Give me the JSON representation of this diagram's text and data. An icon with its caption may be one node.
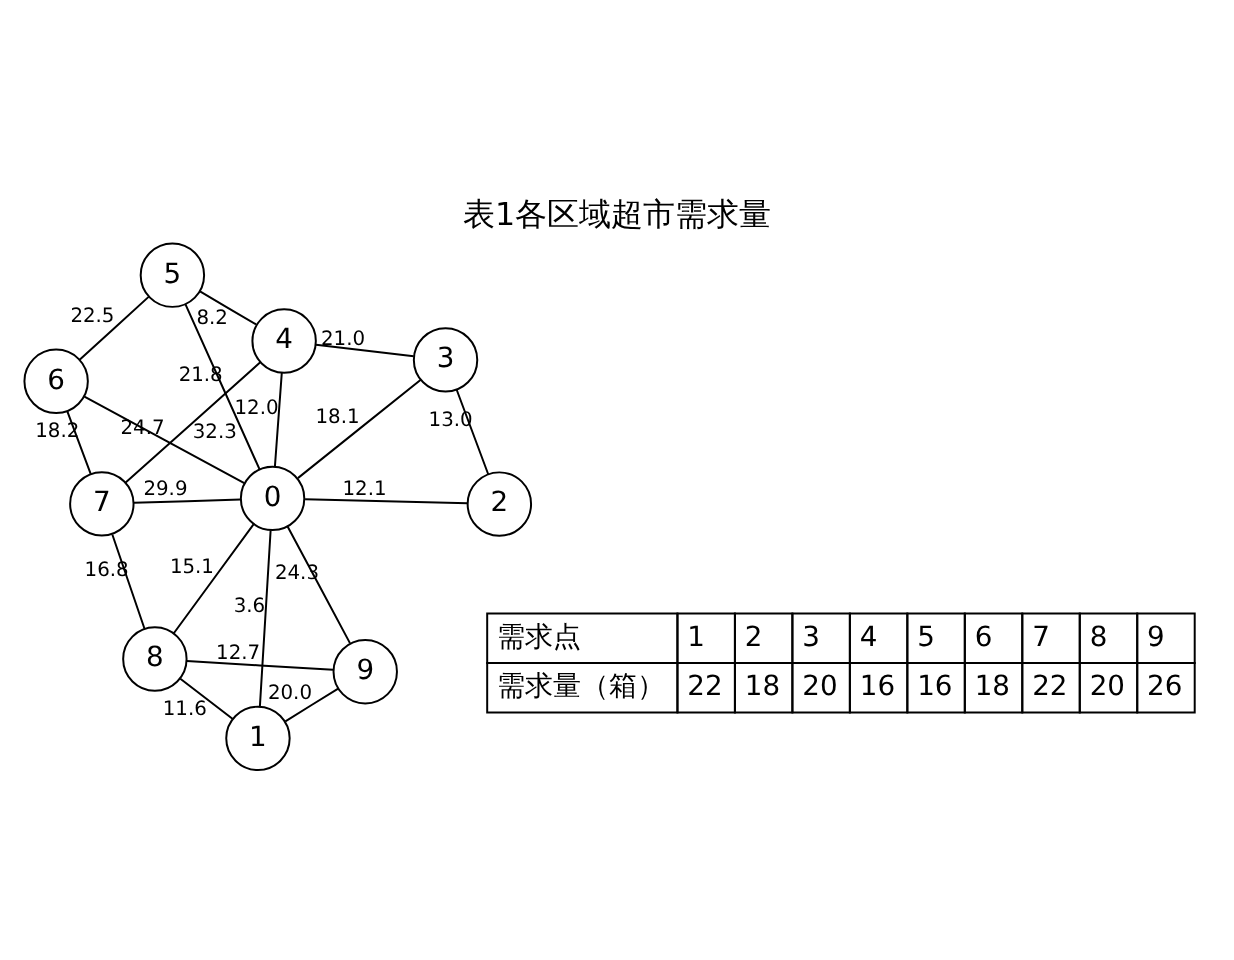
{
  "diagram": {
    "title": "表1各区域超市需求量",
    "nodes": [
      {
        "text": [
          "0"
        ]
      },
      {
        "text": [
          "1"
        ]
      },
      {
        "text": [
          "2"
        ]
      },
      {
        "text": [
          "3"
        ]
      },
      {
        "text": [
          "4"
        ]
      },
      {
        "text": [
          "5"
        ]
      },
      {
        "text": [
          "6"
        ]
      },
      {
        "text": [
          "7"
        ]
      },
      {
        "text": [
          "8"
        ]
      },
      {
        "text": [
          "9"
        ]
      }
    ],
    "edges": [
      {
        "from": 5,
        "to": 6,
        "arrow": "none",
        "label": "22.5"
      },
      {
        "from": 5,
        "to": 4,
        "arrow": "none",
        "label": "8.2"
      },
      {
        "from": 5,
        "to": 0,
        "arrow": "none",
        "label": "21.8"
      },
      {
        "from": 6,
        "to": 7,
        "arrow": "none",
        "label": "18.2"
      },
      {
        "from": 7,
        "to": 4,
        "arrow": "none",
        "label": "32.3"
      },
      {
        "from": 4,
        "to": 3,
        "arrow": "none",
        "label": "21.0"
      },
      {
        "from": 4,
        "to": 0,
        "arrow": "none",
        "label": "12.0"
      },
      {
        "from": 6,
        "to": 0,
        "arrow": "none",
        "label": "24.7"
      },
      {
        "from": 7,
        "to": 0,
        "arrow": "none",
        "label": "29.9"
      },
      {
        "from": 3,
        "to": 0,
        "arrow": "none",
        "label": "18.1"
      },
      {
        "from": 7,
        "to": 8,
        "arrow": "none",
        "label": "16.8"
      },
      {
        "from": 3,
        "to": 2,
        "arrow": "none",
        "label": "13.0"
      },
      {
        "from": 8,
        "to": 0,
        "arrow": "none",
        "label": "15.1"
      },
      {
        "from": 0,
        "to": 2,
        "arrow": "none",
        "label": "12.1"
      },
      {
        "from": 9,
        "to": 0,
        "arrow": "none",
        "label": "24.3"
      },
      {
        "from": 8,
        "to": 1,
        "arrow": "none",
        "label": "11.6"
      },
      {
        "from": 0,
        "to": 1,
        "arrow": "none",
        "label": "3.6"
      },
      {
        "from": 8,
        "to": 9,
        "arrow": "none",
        "label": "12.7"
      },
      {
        "from": 9,
        "to": 1,
        "arrow": "none",
        "label": "20.0"
      }
    ],
    "labels": [
      "需求点",
      "1",
      "2",
      "3",
      "4",
      "5",
      "6",
      "7",
      "8",
      "9",
      "需求量（箱）",
      "22",
      "18",
      "20",
      "16",
      "16",
      "18",
      "22",
      "20",
      "26"
    ]
  }
}
